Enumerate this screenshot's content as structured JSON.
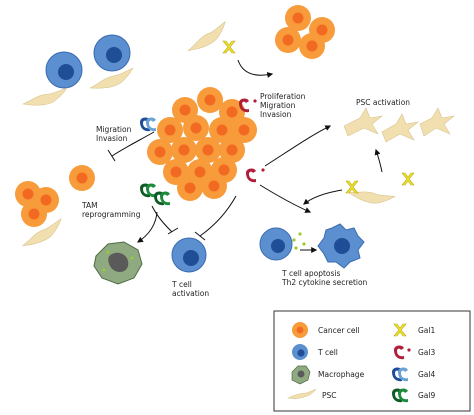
{
  "labels": {
    "proliferation": "Proliferation",
    "migration_right": "Migration",
    "invasion_right": "Invasion",
    "psc_activation": "PSC activation",
    "migration_left": "Migration",
    "invasion_left": "Invasion",
    "tam_line1": "TAM",
    "tam_line2": "reprogramming",
    "tcell_act_line1": "T cell",
    "tcell_act_line2": "activation",
    "apoptosis_line1": "T cell apoptosis",
    "apoptosis_line2": "Th2 cytokine secretion"
  },
  "legend": {
    "cancer_cell": "Cancer cell",
    "t_cell": "T cell",
    "macrophage": "Macrophage",
    "psc": "PSC",
    "gal1": "Gal1",
    "gal3": "Gal3",
    "gal4": "Gal4",
    "gal9": "Gal9"
  },
  "colors": {
    "cancer": "#f79b3b",
    "cancer_nucleus": "#f26a21",
    "tcell": "#5b8fd0",
    "tcell_nucleus": "#1f4e96",
    "macrophage": "#8faa80",
    "macrophage_nucleus": "#5a5a5a",
    "psc": "#f2dfb0",
    "gal1": "#f0e22b",
    "gal3": "#b01e3a",
    "gal4": "#6aa2d6",
    "gal9": "#1e8a3c",
    "dots": "#9acd32"
  }
}
